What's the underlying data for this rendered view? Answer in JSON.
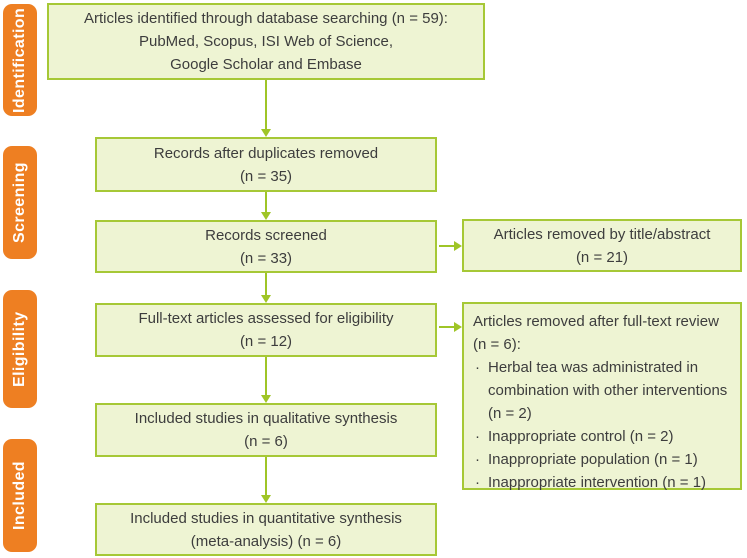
{
  "stages": [
    {
      "label": "Identification"
    },
    {
      "label": "Screening"
    },
    {
      "label": "Eligibility"
    },
    {
      "label": "Included"
    }
  ],
  "main_boxes": [
    {
      "id": "identified",
      "lines": [
        "Articles identified through database searching (n = 59):",
        "PubMed, Scopus, ISI Web of Science,",
        "Google Scholar and Embase"
      ]
    },
    {
      "id": "duplicates-removed",
      "lines": [
        "Records after duplicates removed",
        "(n = 35)"
      ]
    },
    {
      "id": "screened",
      "lines": [
        "Records screened",
        "(n = 33)"
      ]
    },
    {
      "id": "fulltext-assessed",
      "lines": [
        "Full-text articles assessed for eligibility",
        "(n = 12)"
      ]
    },
    {
      "id": "qualitative-synthesis",
      "lines": [
        "Included studies in qualitative synthesis",
        "(n = 6)"
      ]
    },
    {
      "id": "quantitative-synthesis",
      "lines": [
        "Included studies in quantitative synthesis",
        "(meta-analysis) (n = 6)"
      ]
    }
  ],
  "side_boxes": [
    {
      "id": "removed-title-abstract",
      "lines": [
        "Articles removed by title/abstract",
        "(n = 21)"
      ]
    },
    {
      "id": "removed-fulltext",
      "title": "Articles removed after full-text review (n = 6):",
      "bullet_char": "·",
      "bullets": [
        "Herbal tea was administrated in combination with other interventions (n = 2)",
        "Inappropriate control (n = 2)",
        "Inappropriate population (n = 1)",
        "Inappropriate intervention (n = 1)"
      ]
    }
  ],
  "colors": {
    "stage_badge": "#ee7f22",
    "box_fill": "#eef4d3",
    "box_border": "#a6c836",
    "arrow": "#9fc527",
    "text": "#3d3d3d",
    "badge_text": "#ffffff"
  }
}
